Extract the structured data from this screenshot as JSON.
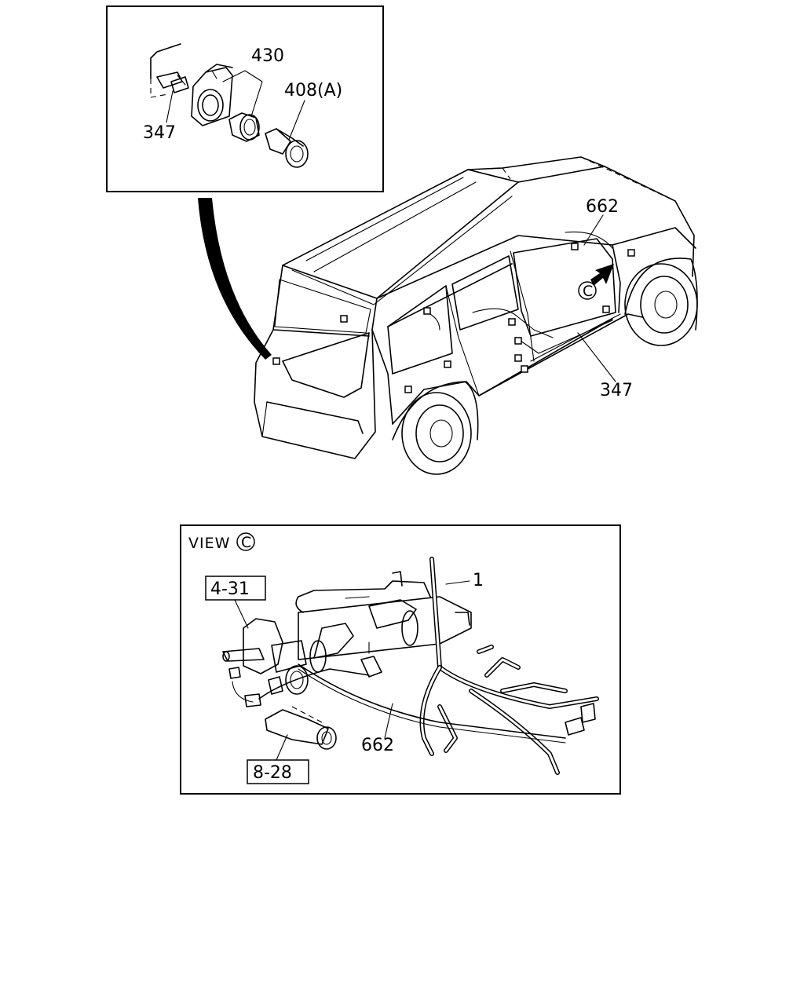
{
  "diagram": {
    "detail_box": {
      "callouts": [
        "430",
        "408(A)",
        "347"
      ]
    },
    "vehicle": {
      "callouts": [
        "662",
        "347"
      ],
      "view_marker": "C"
    },
    "view_box": {
      "title_text": "VIEW",
      "title_marker": "C",
      "callouts": [
        "1",
        "662"
      ],
      "references": [
        "4-31",
        "8-28"
      ]
    }
  }
}
